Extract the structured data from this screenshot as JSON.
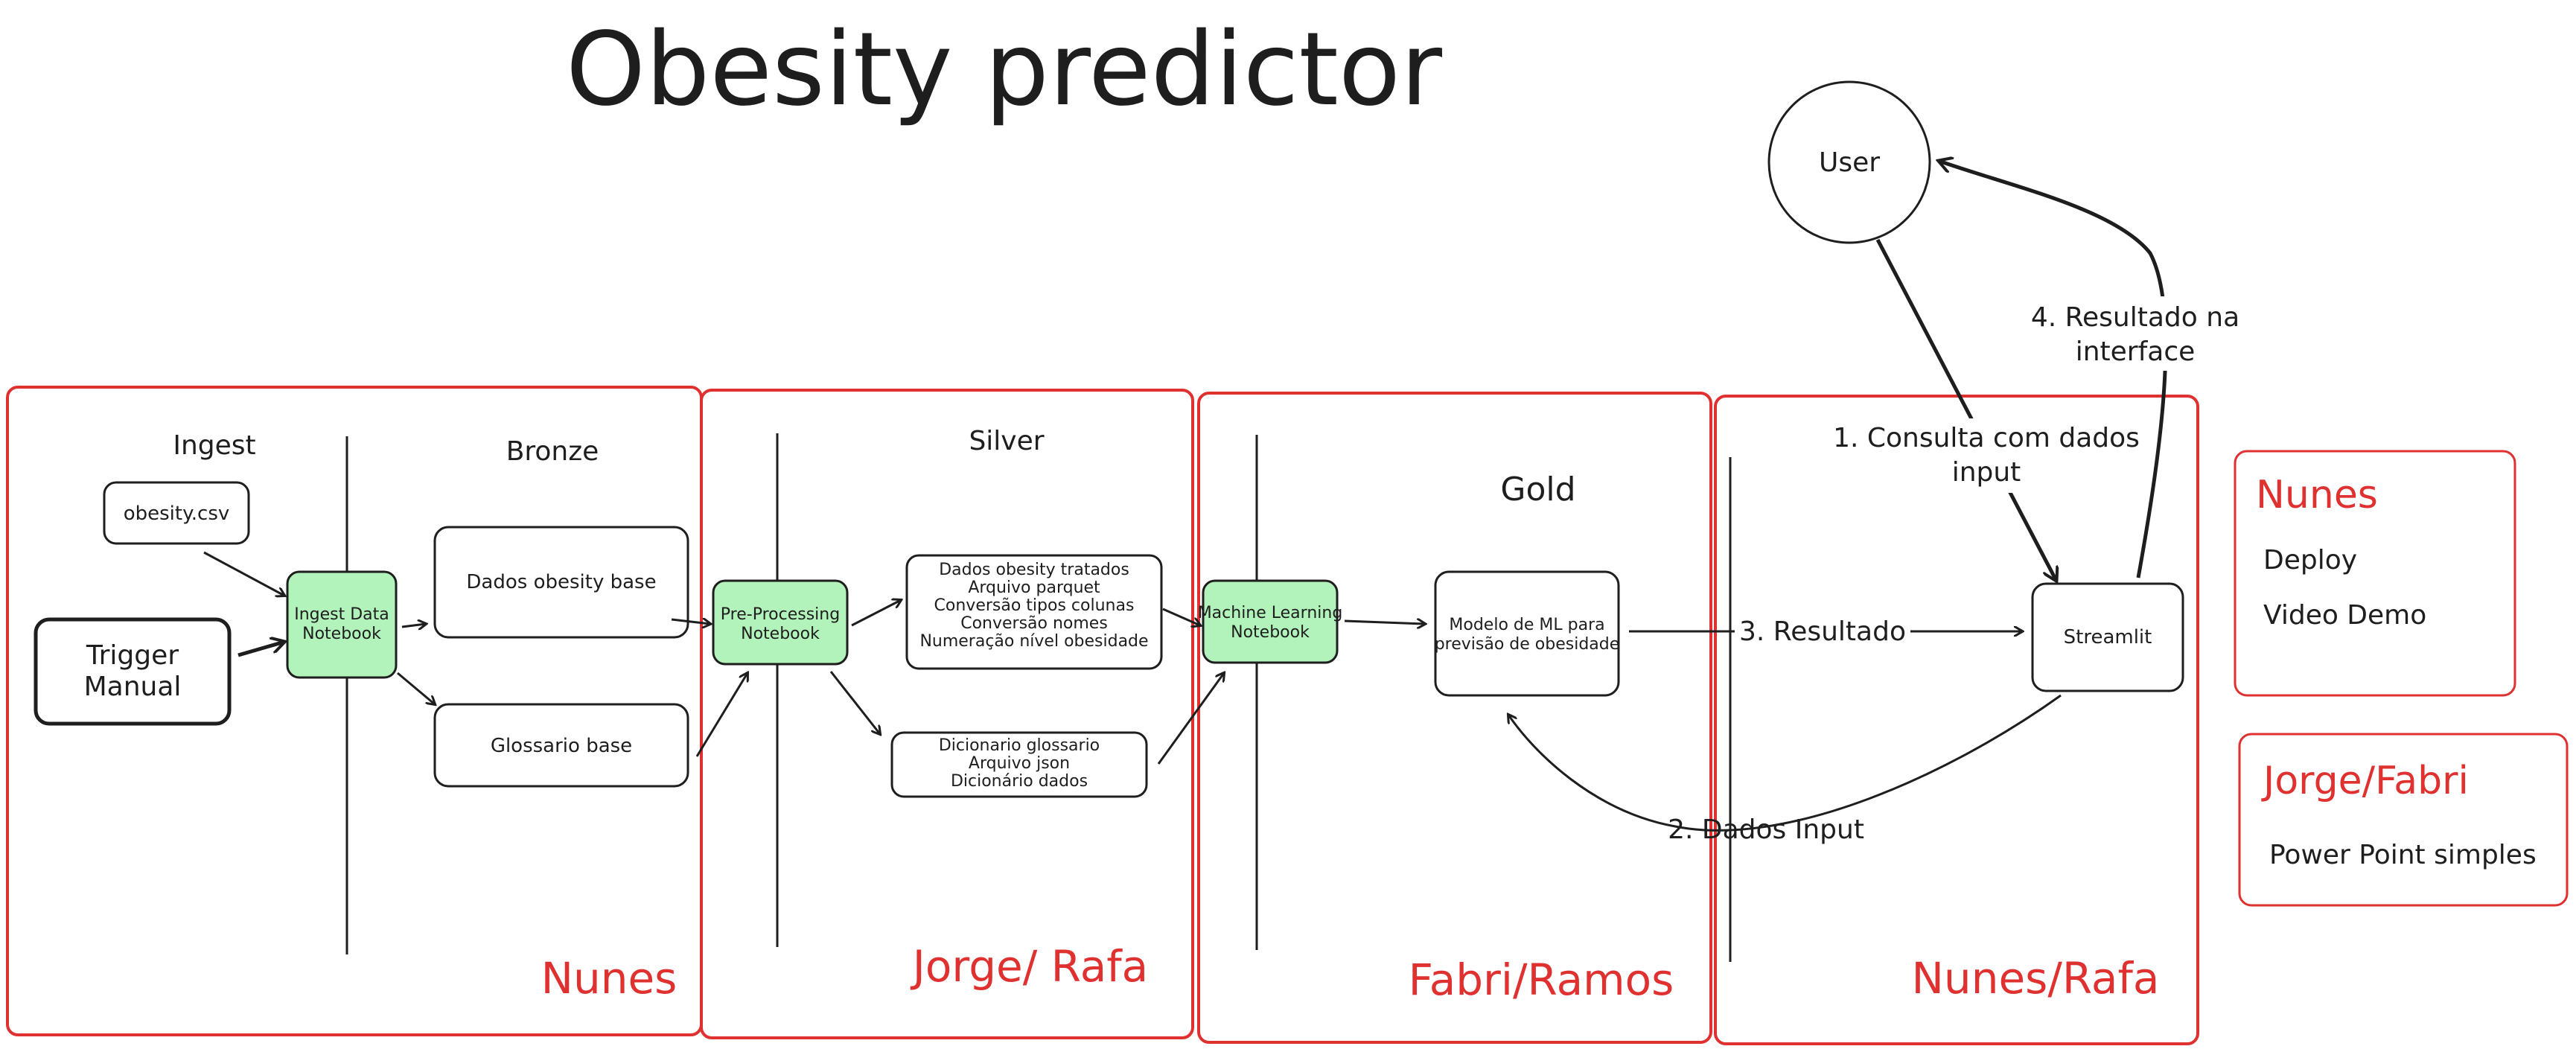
{
  "title": "Obesity predictor",
  "zones": {
    "ingest_label": "Ingest",
    "bronze_label": "Bronze",
    "silver_label": "Silver",
    "gold_label": "Gold"
  },
  "nodes": {
    "obesity_csv": "obesity.csv",
    "trigger_line1": "Trigger",
    "trigger_line2": "Manual",
    "ingest_nb_line1": "Ingest Data",
    "ingest_nb_line2": "Notebook",
    "dados_base": "Dados obesity base",
    "glossario_base": "Glossario base",
    "preproc_line1": "Pre-Processing",
    "preproc_line2": "Notebook",
    "tratados": [
      "Dados obesity tratados",
      "Arquivo parquet",
      "Conversão tipos colunas",
      "Conversão nomes",
      "Numeração nível obesidade"
    ],
    "dicionario": [
      "Dicionario glossario",
      "Arquivo json",
      "Dicionário dados"
    ],
    "ml_line1": "Machine Learning",
    "ml_line2": "Notebook",
    "modelo_line1": "Modelo de ML para",
    "modelo_line2": "previsão de obesidade",
    "streamlit": "Streamlit",
    "user": "User"
  },
  "flow_labels": {
    "consulta_line1": "1. Consulta com dados",
    "consulta_line2": "input",
    "dados_input": "2. Dados Input",
    "resultado": "3. Resultado",
    "resultado_interface_line1": "4. Resultado na",
    "resultado_interface_line2": "interface"
  },
  "teams": {
    "zone1": "Nunes",
    "zone2": "Jorge/ Rafa",
    "zone3": "Fabri/Ramos",
    "zone4": "Nunes/Rafa"
  },
  "side_cards": {
    "card1_title": "Nunes",
    "card1_items": [
      "Deploy",
      "Video Demo"
    ],
    "card2_title": "Jorge/Fabri",
    "card2_items": [
      "Power Point simples"
    ]
  },
  "colors": {
    "accent_red": "#e03131",
    "notebook_green": "#b2f2bb",
    "stroke": "#1e1e1e"
  }
}
